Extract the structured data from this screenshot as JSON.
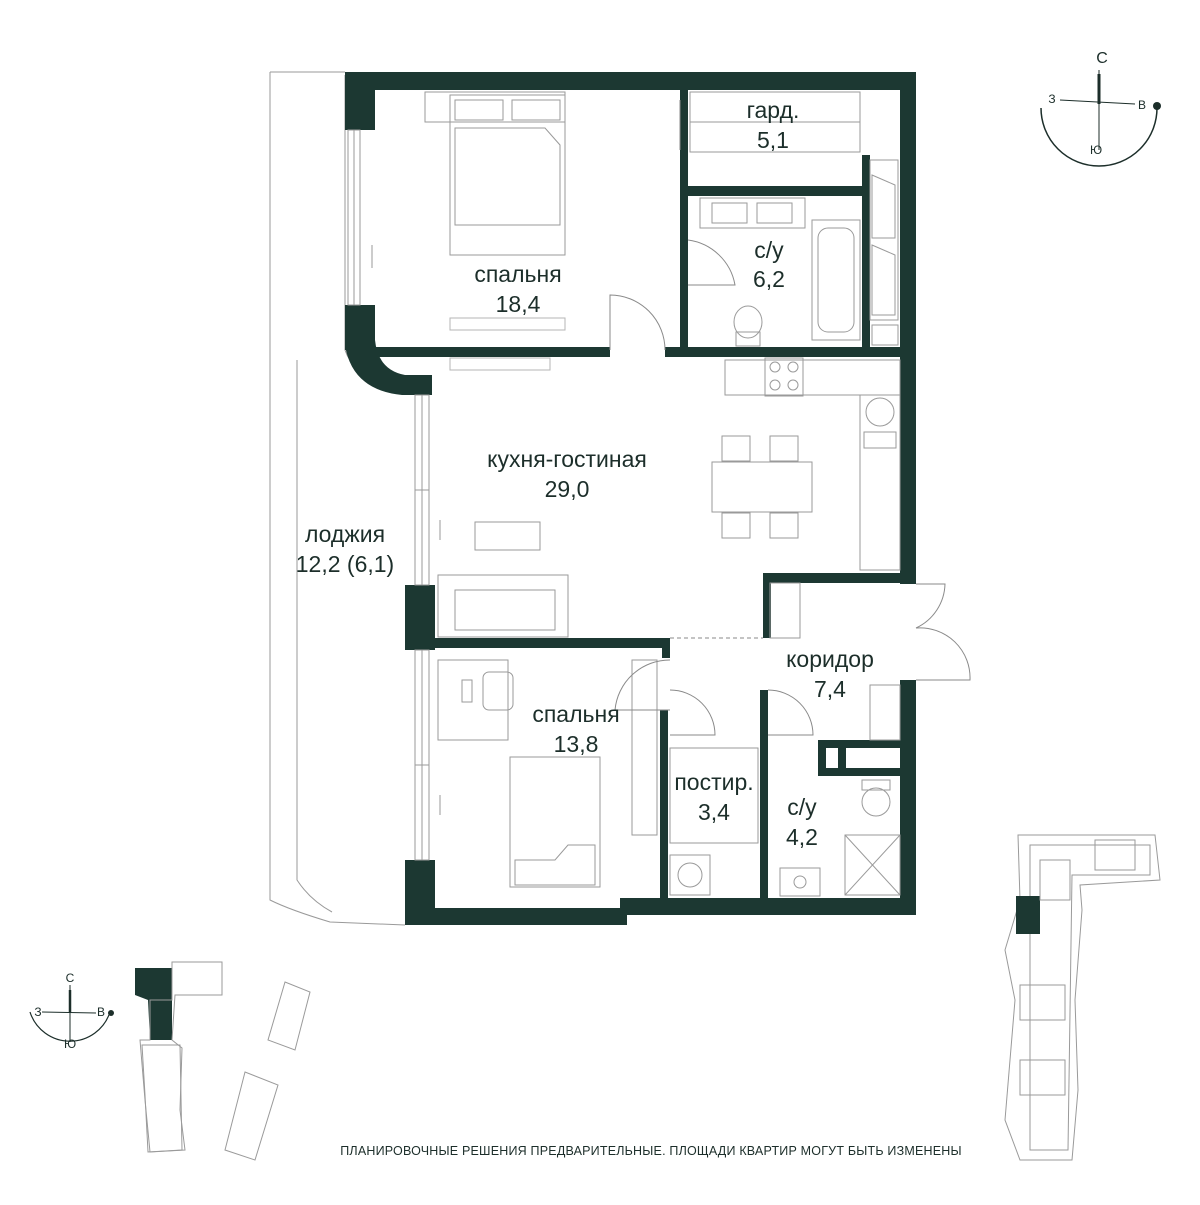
{
  "rooms": {
    "bedroom1": {
      "name": "спальня",
      "area": "18,4"
    },
    "wardrobe": {
      "name": "гард.",
      "area": "5,1"
    },
    "bathroom1": {
      "name": "с/у",
      "area": "6,2"
    },
    "kitchen_living": {
      "name": "кухня-гостиная",
      "area": "29,0"
    },
    "loggia": {
      "name": "лоджия",
      "area": "12,2 (6,1)"
    },
    "corridor": {
      "name": "коридор",
      "area": "7,4"
    },
    "bedroom2": {
      "name": "спальня",
      "area": "13,8"
    },
    "laundry": {
      "name": "постир.",
      "area": "3,4"
    },
    "bathroom2": {
      "name": "с/у",
      "area": "4,2"
    }
  },
  "compass": {
    "north": "С",
    "west": "З",
    "east": "В",
    "south": "Ю"
  },
  "disclaimer": "ПЛАНИРОВОЧНЫЕ РЕШЕНИЯ ПРЕДВАРИТЕЛЬНЫЕ. ПЛОЩАДИ КВАРТИР МОГУТ БЫТЬ ИЗМЕНЕНЫ",
  "colors": {
    "wall": "#1c3832",
    "text": "#1c2e2a",
    "furniture": "#9a9a9a",
    "highlight": "#1c3832"
  }
}
